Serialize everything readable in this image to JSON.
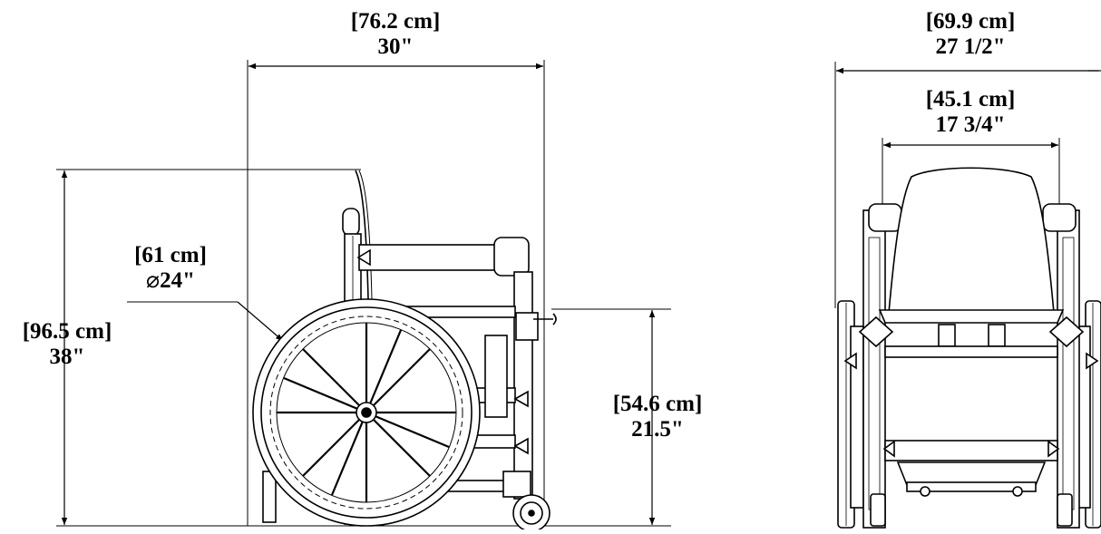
{
  "side_view": {
    "overall_width": {
      "metric": "[76.2 cm]",
      "imperial": "30\""
    },
    "overall_height": {
      "metric": "[96.5 cm]",
      "imperial": "38\""
    },
    "wheel_diameter": {
      "metric": "[61 cm]",
      "symbol": "⌀",
      "imperial": "24\""
    },
    "seat_height": {
      "metric": "[54.6 cm]",
      "imperial": "21.5\""
    }
  },
  "front_view": {
    "overall_width": {
      "metric": "[69.9 cm]",
      "imperial": "27 1/2\""
    },
    "seat_width": {
      "metric": "[45.1 cm]",
      "imperial": "17 3/4\""
    }
  },
  "colors": {
    "ink": "#000000",
    "background": "#ffffff",
    "fill": "#ffffff"
  }
}
